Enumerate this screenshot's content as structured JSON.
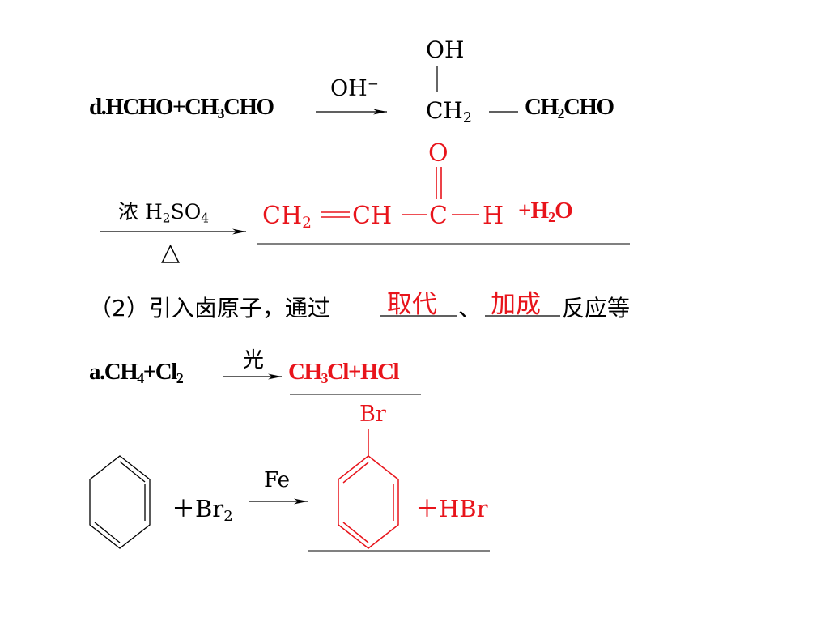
{
  "reaction_d": {
    "label": "d.",
    "reactant_1": "HCHO",
    "plus": "+",
    "reactant_2_a": "CH",
    "reactant_2_sub": "3",
    "reactant_2_b": "CHO",
    "condition": "OH",
    "condition_sup": "−",
    "product_top_group": "OH",
    "product_middle_a": "CH",
    "product_middle_sub": "2",
    "product_right_a": "CH",
    "product_right_sub": "2",
    "product_right_b": "CHO"
  },
  "dehydration": {
    "condition_top_1": "浓 H",
    "condition_top_sub_1": "2",
    "condition_top_2": "SO",
    "condition_top_sub_2": "4",
    "condition_bottom": "△",
    "product_top_atom": "O",
    "product_ch2_a": "CH",
    "product_ch2_sub": "2",
    "product_ch": "CH",
    "product_c": "C",
    "product_h": "H",
    "water_a": "+H",
    "water_sub": "2",
    "water_b": "O"
  },
  "section_2": {
    "prefix": "（2）引入卤原子，通过",
    "answer_1": "取代",
    "separator": "、",
    "answer_2": "加成",
    "suffix": "反应等"
  },
  "reaction_a": {
    "label": "a.",
    "reactant_1_a": "CH",
    "reactant_1_sub": "4",
    "plus": "+",
    "reactant_2_a": "Cl",
    "reactant_2_sub": "2",
    "condition": "光",
    "product_a": "CH",
    "product_sub": "3",
    "product_b": "Cl+HCl"
  },
  "reaction_benzene": {
    "reagent_a": "＋Br",
    "reagent_sub": "2",
    "condition": "Fe",
    "product_substituent": "Br",
    "byproduct": "＋HBr"
  },
  "colors": {
    "text": "#000000",
    "answer": "#e8141b"
  }
}
